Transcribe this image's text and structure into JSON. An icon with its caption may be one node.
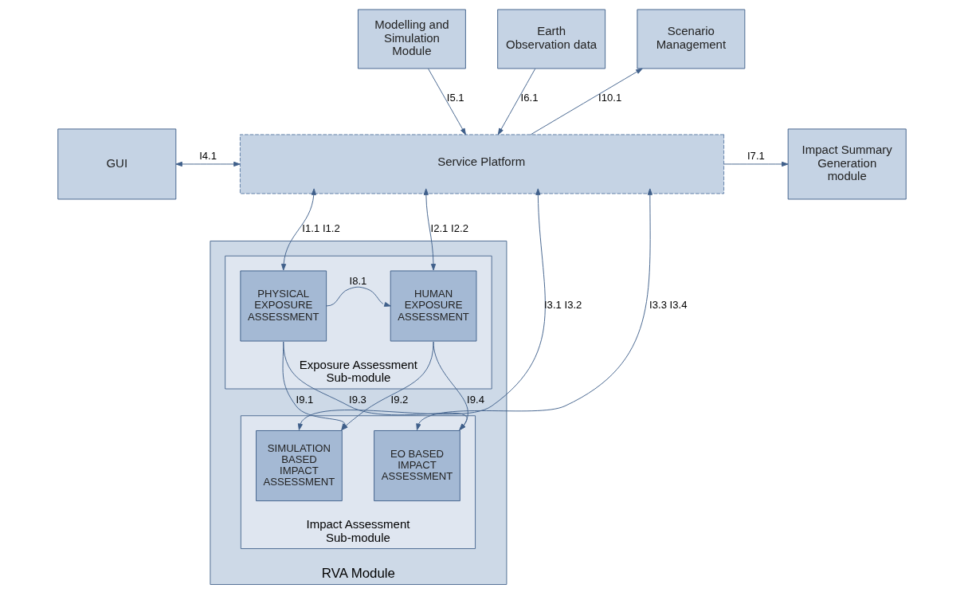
{
  "diagram": {
    "nodes": [
      {
        "text": [
          "Modelling and Simulation Module"
        ]
      },
      {
        "text": [
          "Earth Observation data"
        ]
      },
      {
        "text": [
          "Scenario Management"
        ]
      },
      {
        "text": [
          "GUI"
        ]
      },
      {
        "text": [
          "Service Platform"
        ]
      },
      {
        "text": [
          "Impact Summary Generation module"
        ]
      },
      {
        "text": [
          "RVA Module"
        ]
      },
      {
        "text": [
          "Exposure Assessment Sub-module"
        ],
        "in": 6
      },
      {
        "text": [
          "Impact Assessment Sub-module"
        ],
        "in": 6
      },
      {
        "text": [
          "PHYSICAL EXPOSURE ASSESSMENT"
        ],
        "in": 7
      },
      {
        "text": [
          "HUMAN EXPOSURE ASSESSMENT"
        ],
        "in": 7
      },
      {
        "text": [
          "SIMULATION BASED IMPACT ASSESSMENT"
        ],
        "in": 8
      },
      {
        "text": [
          "EO BASED IMPACT ASSESSMENT"
        ],
        "in": 8
      }
    ],
    "edges": [
      {
        "from": 0,
        "to": 4,
        "arrow": "to",
        "label": "I5.1"
      },
      {
        "from": 1,
        "to": 4,
        "arrow": "to",
        "label": "I6.1"
      },
      {
        "from": 4,
        "to": 2,
        "arrow": "to",
        "label": "I10.1"
      },
      {
        "from": 3,
        "to": 4,
        "arrow": "both",
        "label": "I4.1"
      },
      {
        "from": 4,
        "to": 5,
        "arrow": "to",
        "label": "I7.1"
      },
      {
        "from": 4,
        "to": 9,
        "arrow": "both",
        "label": "I1.1 I1.2"
      },
      {
        "from": 4,
        "to": 10,
        "arrow": "both",
        "label": "I2.1 I2.2"
      },
      {
        "from": 4,
        "to": 11,
        "arrow": "both",
        "label": "I3.1 I3.2"
      },
      {
        "from": 4,
        "to": 12,
        "arrow": "both",
        "label": "I3.3 I3.4"
      },
      {
        "from": 9,
        "to": 10,
        "arrow": "to",
        "label": "I8.1"
      },
      {
        "from": 9,
        "to": 11,
        "arrow": "to",
        "label": "I9.1"
      },
      {
        "from": 10,
        "to": 11,
        "arrow": "to",
        "label": "I9.2"
      },
      {
        "from": 9,
        "to": 12,
        "arrow": "to",
        "label": "I9.3"
      },
      {
        "from": 10,
        "to": 12,
        "arrow": "to",
        "label": "I9.4"
      }
    ]
  }
}
